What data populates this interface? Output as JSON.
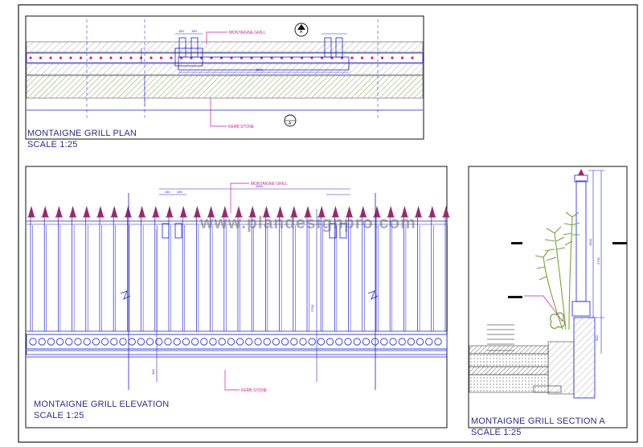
{
  "plan": {
    "title": "MONTAIGNE GRILL PLAN",
    "scale": "SCALE 1:25",
    "callout_grill": "MONTAIGNE GRILL",
    "callout_stone": "KERB STONE",
    "dim_small_a": "150",
    "dim_small_b": "150",
    "dim_span": "2500",
    "section_marker": "A"
  },
  "elevation": {
    "title": "MONTAIGNE GRILL ELEVATION",
    "scale": "SCALE 1:25",
    "callout_grill": "MONTAIGNE GRILL",
    "callout_stone": "KERB STONE",
    "dim_height": "2700",
    "dim_span": "2500",
    "dim_base": "300",
    "dim_small_a": "150",
    "dim_small_b": "150"
  },
  "section": {
    "title": "MONTAIGNE GRILL SECTION A",
    "scale": "SCALE 1:25",
    "dim_height": "2700",
    "dim_upper": "1500",
    "dim_base": "300"
  },
  "watermark": "www.plandesignpro.com",
  "colors": {
    "frame": "#1a1a1a",
    "drawing_line": "#1f1fd6",
    "dimension": "#2323e0",
    "callout": "#d0189a",
    "spike": "#9b2a6a",
    "hatch_green": "#6e9a3c",
    "hatch_grey": "#8a8a8a",
    "plant": "#7fa23a",
    "title_text": "#2d2d8c"
  }
}
